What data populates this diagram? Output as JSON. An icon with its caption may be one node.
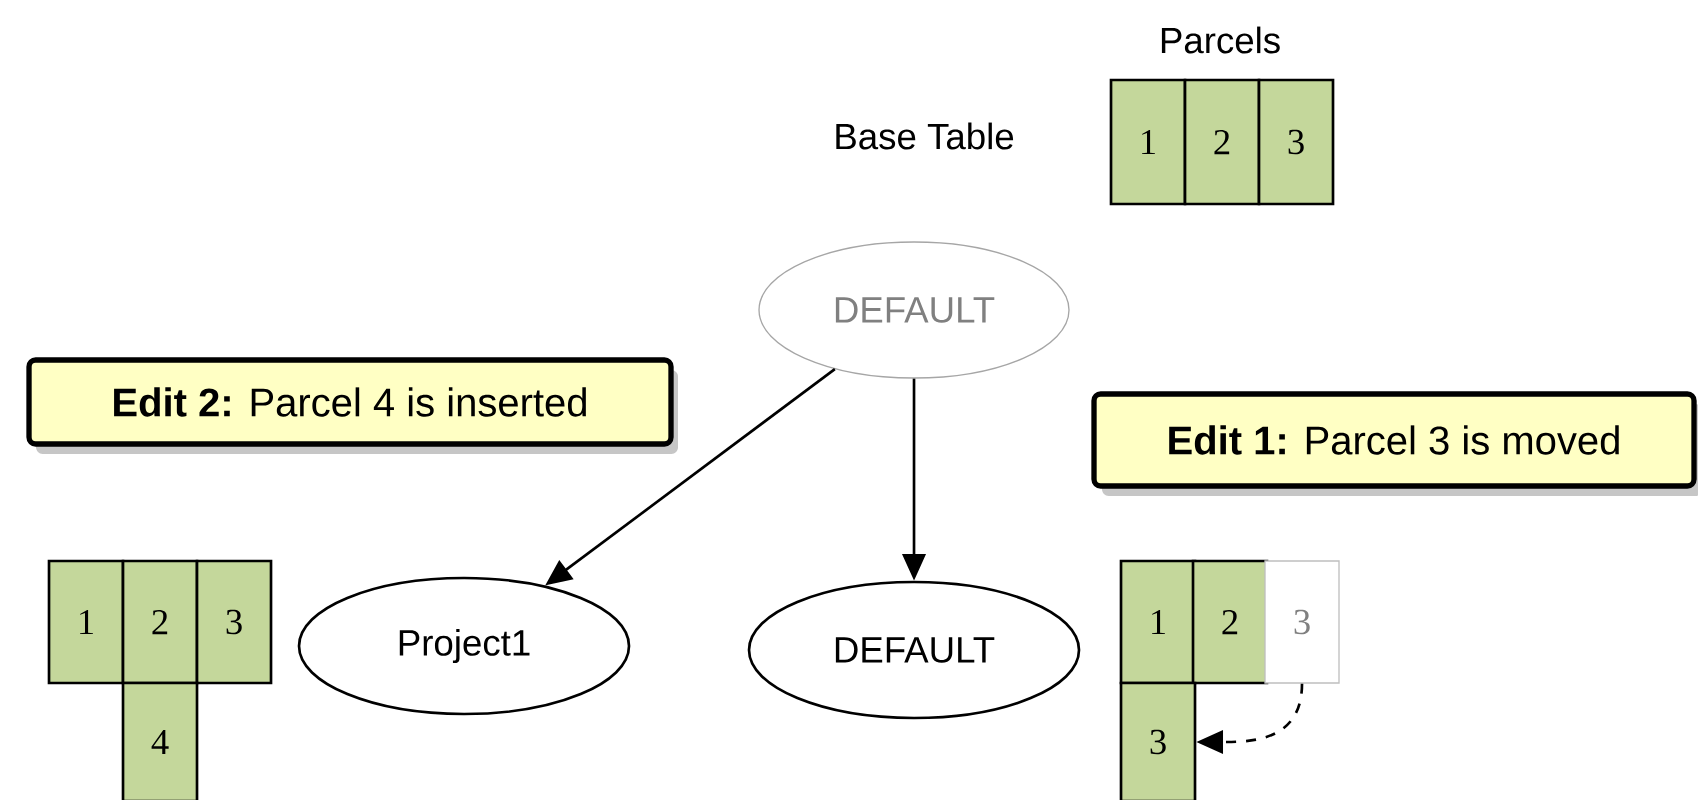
{
  "diagram": {
    "nodes": [
      {
        "text": [
          "DEFAULT"
        ]
      },
      {
        "text": [
          "**Edit 2:** Parcel 4 is inserted"
        ]
      },
      {
        "text": [
          "**Edit 1:** Parcel 3 is moved"
        ]
      },
      {
        "text": [
          "1"
        ]
      },
      {
        "text": [
          "2"
        ]
      },
      {
        "text": [
          "3"
        ]
      },
      {
        "text": [
          "Project1"
        ]
      },
      {
        "text": [
          "DEFAULT"
        ]
      },
      {
        "text": [
          "1"
        ]
      },
      {
        "text": [
          "2"
        ]
      },
      {
        "text": [
          "3"
        ]
      },
      {
        "text": [
          "4"
        ]
      },
      {
        "text": [
          "1"
        ]
      },
      {
        "text": [
          "2"
        ]
      },
      {
        "text": [
          "3"
        ]
      },
      {
        "text": [
          "3"
        ]
      }
    ],
    "edges": [
      {
        "from": 0,
        "to": 6,
        "arrow": "to"
      },
      {
        "from": 0,
        "to": 7,
        "arrow": "to"
      },
      {
        "from": 14,
        "to": 15,
        "arrow": "to",
        "style": "dashed"
      }
    ],
    "labels": [
      "Parcels",
      "Base Table"
    ]
  }
}
